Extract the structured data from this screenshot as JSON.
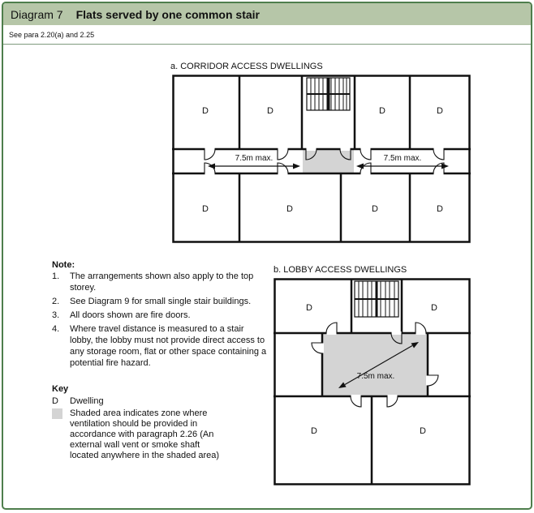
{
  "header": {
    "label": "Diagram 7",
    "title": "Flats served by one common stair"
  },
  "see_para": "See para 2.20(a) and 2.25",
  "diagram_a": {
    "title": "a. CORRIDOR ACCESS DWELLINGS",
    "dwelling_label": "D",
    "travel_left": "7.5m max.",
    "travel_right": "7.5m max."
  },
  "diagram_b": {
    "title": "b. LOBBY ACCESS DWELLINGS",
    "dwelling_label": "D",
    "travel": "7.5m max."
  },
  "notes": {
    "heading": "Note:",
    "items": [
      {
        "num": "1.",
        "text": "The arrangements shown also apply to the top storey."
      },
      {
        "num": "2.",
        "text": "See Diagram 9 for small single stair buildings."
      },
      {
        "num": "3.",
        "text": "All doors shown are fire doors."
      },
      {
        "num": "4.",
        "text": "Where travel distance is measured to a stair lobby, the lobby must not provide direct access to any storage room, flat or other space containing a potential fire hazard."
      }
    ]
  },
  "key": {
    "heading": "Key",
    "dwelling_symbol": "D",
    "dwelling_label": "Dwelling",
    "shaded_description": "Shaded area indicates zone where ventilation should be provided in accordance with paragraph 2.26 (An external wall vent or smoke shaft located anywhere in the shaded area)"
  },
  "colors": {
    "header_bg": "#b6c6a8",
    "border_green": "#4e7e4c",
    "shaded_gray": "#d4d4d4",
    "wall_black": "#111111"
  }
}
